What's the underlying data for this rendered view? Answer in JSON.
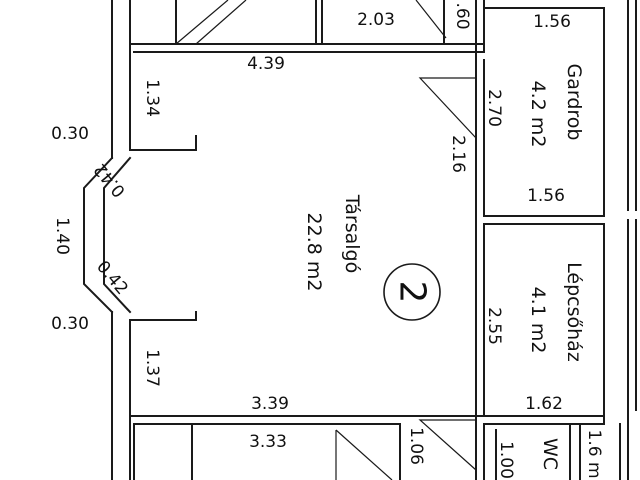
{
  "rooms": {
    "tarsalgo": {
      "name": "Társalgó",
      "area": "22.8 m2",
      "number": "2"
    },
    "gardrob": {
      "name": "Gardrob",
      "area": "4.2 m2"
    },
    "lepcsohaz": {
      "name": "Lépcsőház",
      "area": "4.1 m2"
    },
    "wc": {
      "name": "WC"
    }
  },
  "dimensions": {
    "d203": "2.03",
    "d60": ".60",
    "d156_top": "1.56",
    "d439": "4.39",
    "d134": "1.34",
    "d270": "2.70",
    "d216": "2.16",
    "d030_top": "0.30",
    "d042_top": "0.42",
    "d140": "1.40",
    "d042_bottom": "0.42",
    "d030_bottom": "0.30",
    "d156_bottom": "1.56",
    "d255": "2.55",
    "d137": "1.37",
    "d162": "1.62",
    "d339": "3.39",
    "d333": "3.33",
    "d106": "1.06",
    "d100": "1.00",
    "d16": "1.6 m"
  }
}
